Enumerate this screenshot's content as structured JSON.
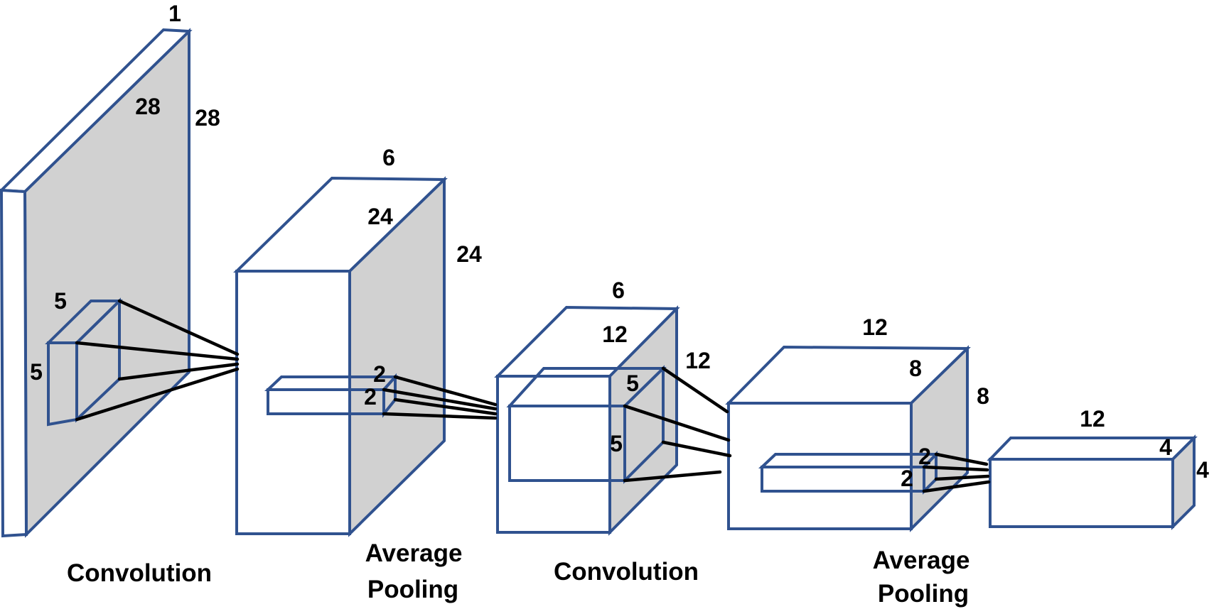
{
  "colors": {
    "edge": "#30528f",
    "face_gray": "#d1d1d1",
    "face_white": "#ffffff",
    "connector": "#000000",
    "label": "#000000",
    "background": "#ffffff"
  },
  "blocks": {
    "input": {
      "depth_label": "1",
      "face_label": "28",
      "height_label": "28"
    },
    "conv1": {
      "depth_label": "6",
      "face_label": "24",
      "height_label": "24"
    },
    "pool1": {
      "depth_label": "6",
      "face_label": "12",
      "height_label": "12"
    },
    "conv2": {
      "depth_label": "12",
      "face_label": "8",
      "height_label": "8"
    },
    "pool2": {
      "depth_label": "12",
      "face_label": "4",
      "height_label": "4"
    }
  },
  "kernels": {
    "conv1_kernel": {
      "width_label": "5",
      "height_label": "5"
    },
    "pool1_window": {
      "width_label": "2",
      "height_label": "2"
    },
    "conv2_kernel": {
      "width_label": "5",
      "height_label": "5"
    },
    "pool2_window": {
      "width_label": "2",
      "height_label": "2"
    }
  },
  "captions": {
    "op1": "Convolution",
    "op2_line1": "Average",
    "op2_line2": "Pooling",
    "op3": "Convolution",
    "op4_line1": "Average",
    "op4_line2": "Pooling"
  }
}
